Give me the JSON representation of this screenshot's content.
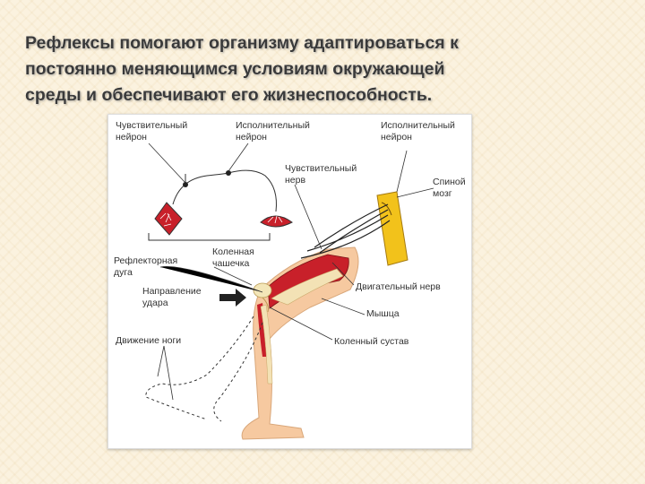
{
  "title_lines": [
    "Рефлексы помогают организму адаптироваться к",
    "постоянно меняющимся условиям окружающей",
    "среды и обеспечивают его жизнеспособность."
  ],
  "labels": {
    "sensory_neuron": [
      "Чувствительный",
      "нейрон"
    ],
    "motor_neuron_top": [
      "Исполнительный",
      "нейрон"
    ],
    "motor_neuron_right": [
      "Исполнительный",
      "нейрон"
    ],
    "sensory_nerve": [
      "Чувствительный",
      "нерв"
    ],
    "spinal_cord": [
      "Спиной",
      "мозг"
    ],
    "reflex_arc": [
      "Рефлекторная",
      "дуга"
    ],
    "kneecap": [
      "Коленная",
      "чашечка"
    ],
    "strike_direction": [
      "Направление",
      "удара"
    ],
    "motor_nerve": "Двигательный нерв",
    "muscle": "Мышца",
    "leg_movement": "Движение ноги",
    "knee_joint": "Коленный  сустав"
  },
  "colors": {
    "title": "#3a3a3a",
    "background": "#fbf2df",
    "muscle_red": "#c8202a",
    "skin": "#f6c9a0",
    "spinal_cord": "#f2c21b"
  }
}
